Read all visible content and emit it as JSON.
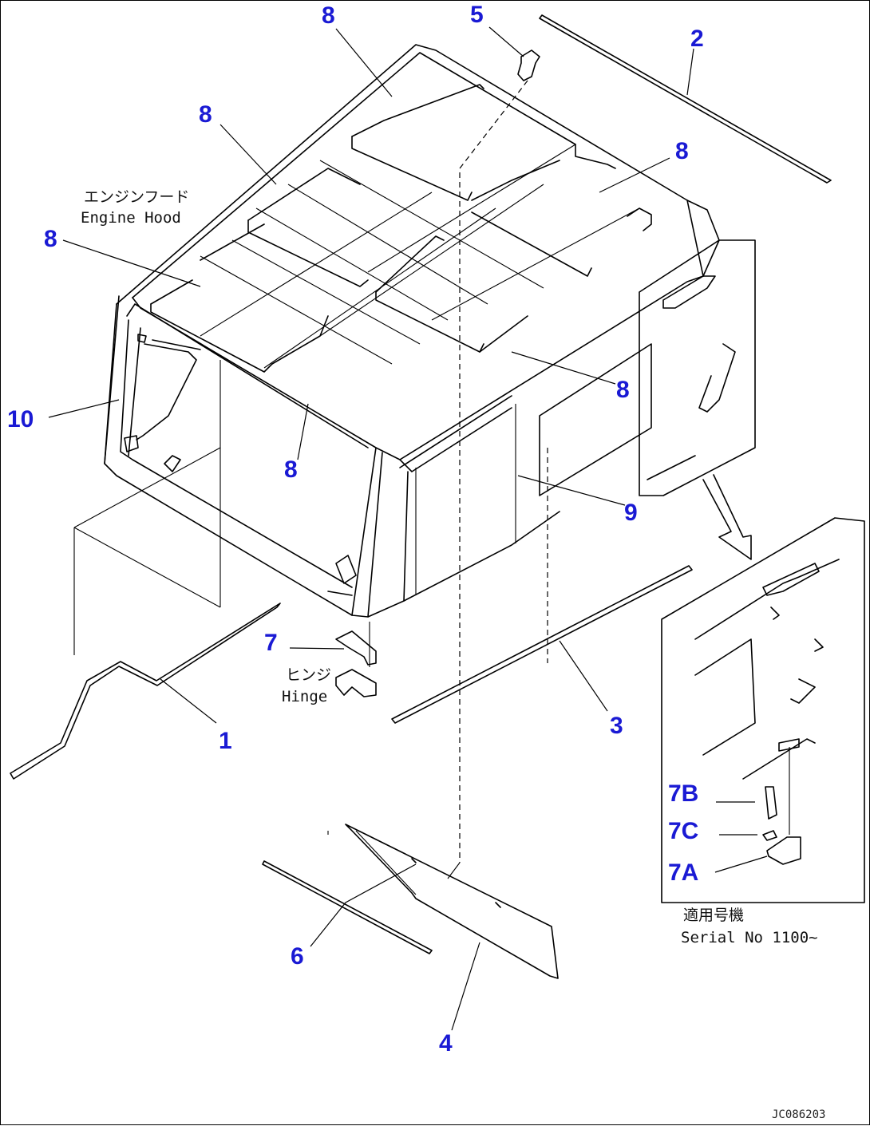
{
  "callouts": [
    {
      "id": "c1",
      "text": "1"
    },
    {
      "id": "c2",
      "text": "2"
    },
    {
      "id": "c3",
      "text": "3"
    },
    {
      "id": "c4",
      "text": "4"
    },
    {
      "id": "c5",
      "text": "5"
    },
    {
      "id": "c6",
      "text": "6"
    },
    {
      "id": "c7",
      "text": "7"
    },
    {
      "id": "c7a",
      "text": "7A"
    },
    {
      "id": "c7b",
      "text": "7B"
    },
    {
      "id": "c7c",
      "text": "7C"
    },
    {
      "id": "c8",
      "text": "8"
    },
    {
      "id": "c9",
      "text": "9"
    },
    {
      "id": "c10",
      "text": "10"
    }
  ],
  "notes": {
    "engine_hood_jp": "エンジンフード",
    "engine_hood_en": "Engine Hood",
    "hinge_jp": "ヒンジ",
    "hinge_en": "Hinge",
    "serial_jp": "適用号機",
    "serial_en": "Serial No 1100~"
  },
  "drawing_code": "JC086203"
}
